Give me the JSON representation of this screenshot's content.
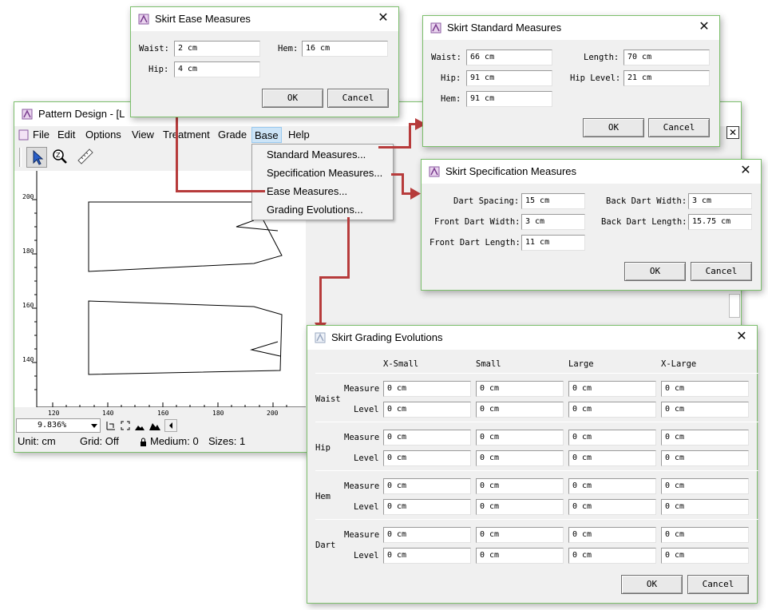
{
  "pattern_window": {
    "title": "Pattern Design - [L",
    "menu": [
      "File",
      "Edit",
      "Options",
      "View",
      "Treatment",
      "Grade",
      "Base",
      "Help"
    ],
    "base_menu_items": [
      "Standard Measures...",
      "Specification Measures...",
      "Ease Measures...",
      "Grading Evolutions..."
    ],
    "y_ruler": [
      "200",
      "180",
      "160",
      "140"
    ],
    "x_ruler": [
      "120",
      "140",
      "160",
      "180",
      "200"
    ],
    "zoom": "9.836%",
    "status": {
      "unit": "Unit: cm",
      "grid": "Grid: Off",
      "medium": "Medium: 0",
      "sizes": "Sizes: 1"
    }
  },
  "ease_dialog": {
    "title": "Skirt Ease Measures",
    "waist_label": "Waist:",
    "waist_value": "2 cm",
    "hip_label": "Hip:",
    "hip_value": "4 cm",
    "hem_label": "Hem:",
    "hem_value": "16 cm",
    "ok": "OK",
    "cancel": "Cancel"
  },
  "standard_dialog": {
    "title": "Skirt Standard Measures",
    "waist_label": "Waist:",
    "waist_value": "66 cm",
    "hip_label": "Hip:",
    "hip_value": "91 cm",
    "hem_label": "Hem:",
    "hem_value": "91 cm",
    "length_label": "Length:",
    "length_value": "70 cm",
    "hip_level_label": "Hip Level:",
    "hip_level_value": "21 cm",
    "ok": "OK",
    "cancel": "Cancel"
  },
  "spec_dialog": {
    "title": "Skirt Specification Measures",
    "dart_spacing_label": "Dart Spacing:",
    "dart_spacing_value": "15 cm",
    "front_dart_width_label": "Front Dart Width:",
    "front_dart_width_value": "3 cm",
    "front_dart_length_label": "Front Dart Length:",
    "front_dart_length_value": "11 cm",
    "back_dart_width_label": "Back Dart Width:",
    "back_dart_width_value": "3 cm",
    "back_dart_length_label": "Back Dart Length:",
    "back_dart_length_value": "15.75 cm",
    "ok": "OK",
    "cancel": "Cancel"
  },
  "grading_dialog": {
    "title": "Skirt Grading Evolutions",
    "columns": [
      "X-Small",
      "Small",
      "Large",
      "X-Large"
    ],
    "groups": [
      {
        "name": "Waist",
        "measure_label": "Measure",
        "level_label": "Level",
        "measure": [
          "0 cm",
          "0 cm",
          "0 cm",
          "0 cm"
        ],
        "level": [
          "0 cm",
          "0 cm",
          "0 cm",
          "0 cm"
        ]
      },
      {
        "name": "Hip",
        "measure_label": "Measure",
        "level_label": "Level",
        "measure": [
          "0 cm",
          "0 cm",
          "0 cm",
          "0 cm"
        ],
        "level": [
          "0 cm",
          "0 cm",
          "0 cm",
          "0 cm"
        ]
      },
      {
        "name": "Hem",
        "measure_label": "Measure",
        "level_label": "Level",
        "measure": [
          "0 cm",
          "0 cm",
          "0 cm",
          "0 cm"
        ],
        "level": [
          "0 cm",
          "0 cm",
          "0 cm",
          "0 cm"
        ]
      },
      {
        "name": "Dart",
        "measure_label": "Measure",
        "level_label": "Level",
        "measure": [
          "0 cm",
          "0 cm",
          "0 cm",
          "0 cm"
        ],
        "level": [
          "0 cm",
          "0 cm",
          "0 cm",
          "0 cm"
        ]
      }
    ],
    "ok": "OK",
    "cancel": "Cancel"
  },
  "colors": {
    "window_border": "#7cbf6c",
    "callout_arrow": "#b73b3b",
    "dialog_bg": "#f0f0f0"
  }
}
